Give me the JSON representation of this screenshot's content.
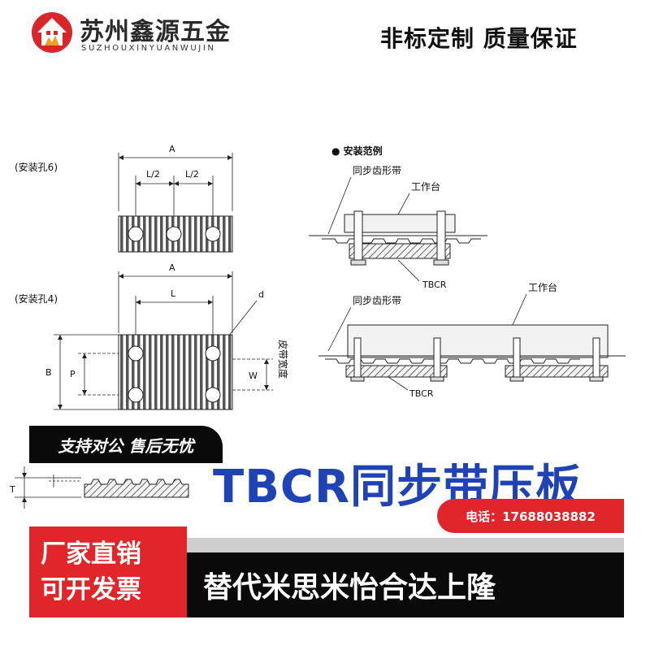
{
  "header": {
    "brand_cn": "苏州鑫源五金",
    "brand_en": "SUZHOUXINYUANWUJIN",
    "slogan": "非标定制 质量保证",
    "logo_color": "#d8262b"
  },
  "diagram": {
    "label_6": "(安装孔6)",
    "label_4": "(安装孔4)",
    "dim_A": "A",
    "dim_half": "L/2",
    "dim_L": "L",
    "dim_d": "d",
    "dim_B": "B",
    "dim_P": "P",
    "dim_W": "W",
    "belt_width": "皮带宽度",
    "dim_T": "T",
    "install_title": "● 安装范例",
    "belt_name": "同步齿形带",
    "worktable": "工作台",
    "tbcr": "TBCR"
  },
  "banner": {
    "support": "支持对公 售后无忧",
    "product_title": "TBCR同步带压板",
    "phone": "电话：17688038882",
    "factory_line1": "厂家直销",
    "factory_line2": "可开发票",
    "replace": "替代米思米怡合达上隆",
    "accent_red": "#e0262a",
    "accent_blue": "#1f43b5"
  }
}
